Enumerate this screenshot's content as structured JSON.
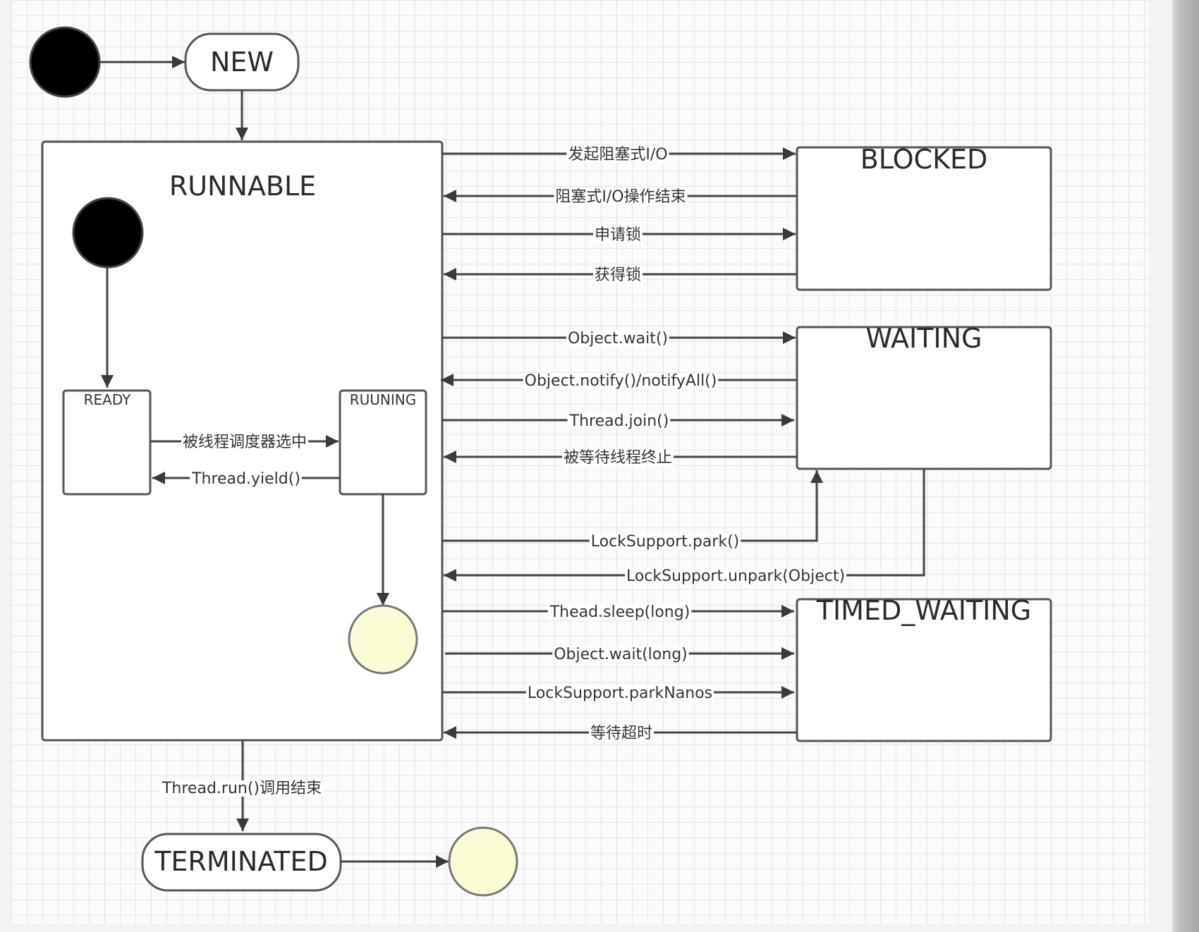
{
  "states": {
    "new": "NEW",
    "runnable": "RUNNABLE",
    "ready": "READY",
    "running": "RUUNING",
    "blocked": "BLOCKED",
    "waiting": "WAITING",
    "timed_waiting": "TIMED_WAITING",
    "terminated": "TERMINATED"
  },
  "transitions": {
    "ready_to_running": "被线程调度器选中",
    "running_to_ready": "Thread.yield()",
    "to_blocked_io": "发起阻塞式I/O",
    "from_blocked_io": "阻塞式I/O操作结束",
    "to_blocked_lock": "申请锁",
    "from_blocked_lock": "获得锁",
    "wait": "Object.wait()",
    "notify": "Object.notify()/notifyAll()",
    "join": "Thread.join()",
    "join_end": "被等待线程终止",
    "park": "LockSupport.park()",
    "unpark": "LockSupport.unpark(Object)",
    "sleep": "Thead.sleep(long)",
    "wait_long": "Object.wait(long)",
    "park_nanos": "LockSupport.parkNanos",
    "timeout": "等待超时",
    "run_end": "Thread.run()调用结束"
  },
  "colors": {
    "stroke": "#555555",
    "initial_fill": "#000000",
    "final_fill": "#fbfbd3",
    "box_fill": "#ffffff"
  }
}
